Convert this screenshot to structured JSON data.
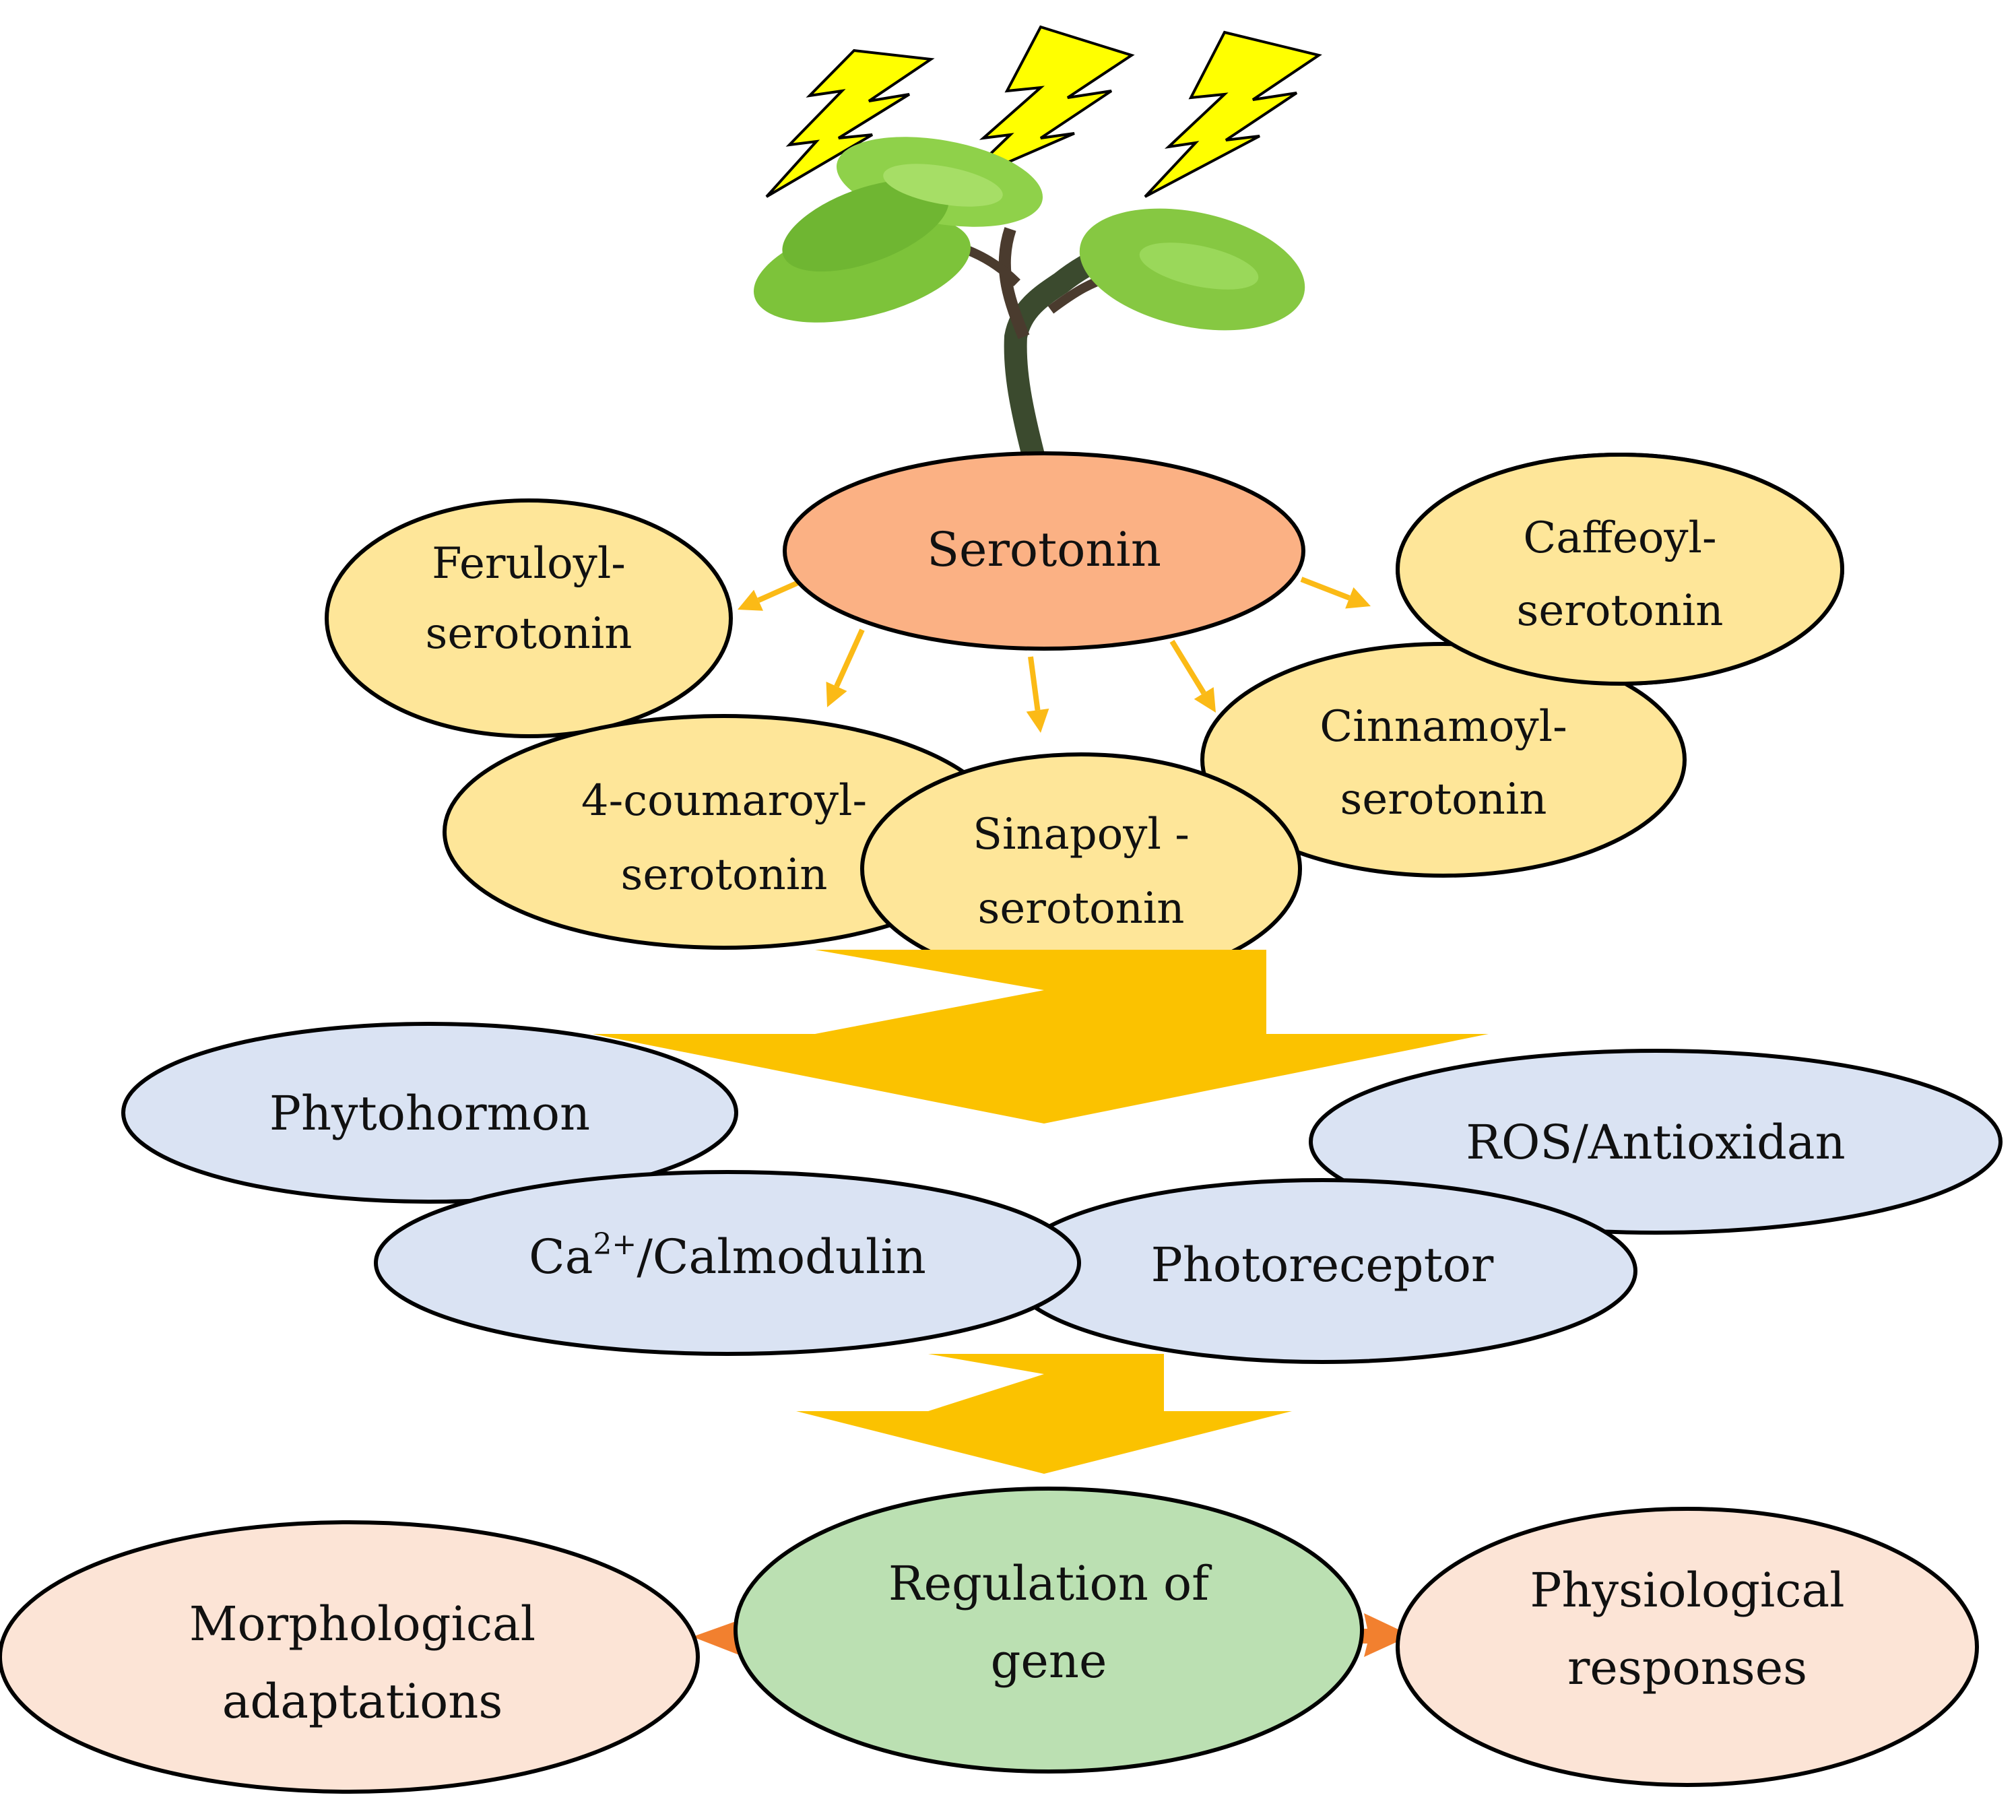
{
  "colors": {
    "stimulus": "#ffff00",
    "serotonin_fill": "#fbb184",
    "derivative_fill": "#fee699",
    "signal_fill": "#dae3f3",
    "regulation_fill": "#bbe0b2",
    "response_fill": "#fce4d6",
    "big_arrow": "#fbc200",
    "small_arrow": "#fbba16",
    "response_arrow": "#f2802f",
    "outline": "#000000"
  },
  "icons": {
    "stimulus": "lightning-bolt-icon",
    "plant": "plant-seedling-icon"
  },
  "nodes": {
    "serotonin": {
      "label": "Serotonin"
    },
    "feruloyl": {
      "line1": "Feruloyl-",
      "line2": "serotonin"
    },
    "caffeoyl": {
      "line1": "Caffeoyl-",
      "line2": "serotonin"
    },
    "coumaroyl": {
      "line1": "4-coumaroyl-",
      "line2": "serotonin"
    },
    "sinapoyl": {
      "line1": "Sinapoyl -",
      "line2": "serotonin"
    },
    "cinnamoyl": {
      "line1": "Cinnamoyl-",
      "line2": "serotonin"
    },
    "phytohormon": {
      "label": "Phytohormon"
    },
    "ros": {
      "label": "ROS/Antioxidan"
    },
    "calcium": {
      "prefix": "Ca",
      "superscript": "2+",
      "suffix": "/Calmodulin"
    },
    "photoreceptor": {
      "label": "Photoreceptor"
    },
    "regulation": {
      "line1": "Regulation of",
      "line2": "gene"
    },
    "morphological": {
      "line1": "Morphological",
      "line2": "adaptations"
    },
    "physiological": {
      "line1": "Physiological",
      "line2": "responses"
    }
  }
}
